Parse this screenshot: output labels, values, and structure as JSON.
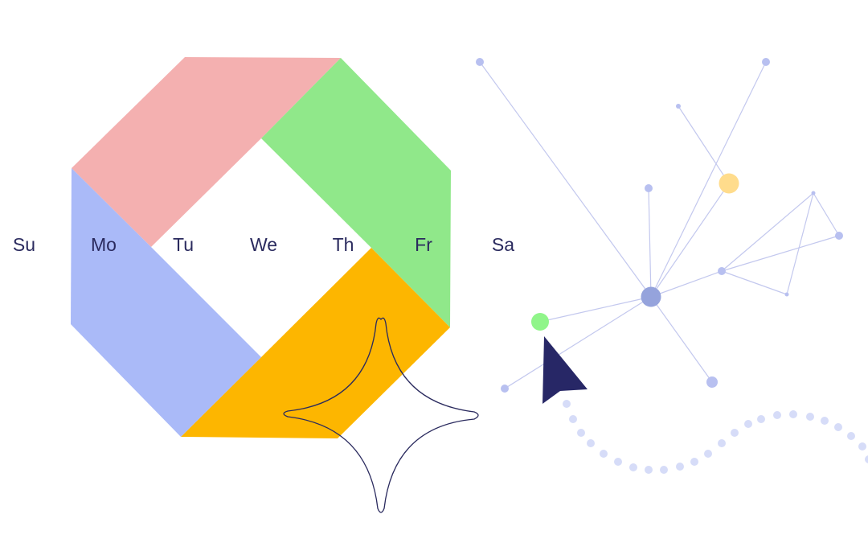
{
  "days": [
    "Su",
    "Mo",
    "Tu",
    "We",
    "Th",
    "Fr",
    "Sa"
  ],
  "colors": {
    "pink": "#f4b0b0",
    "green": "#90e88a",
    "orange": "#fdb600",
    "blue": "#aabaf8",
    "node": "#b8c0f0",
    "hub": "#95a3dc",
    "yellow_node": "#ffdc8c",
    "green_node": "#90f58a",
    "cursor": "#272766",
    "text": "#2a2a5e"
  }
}
